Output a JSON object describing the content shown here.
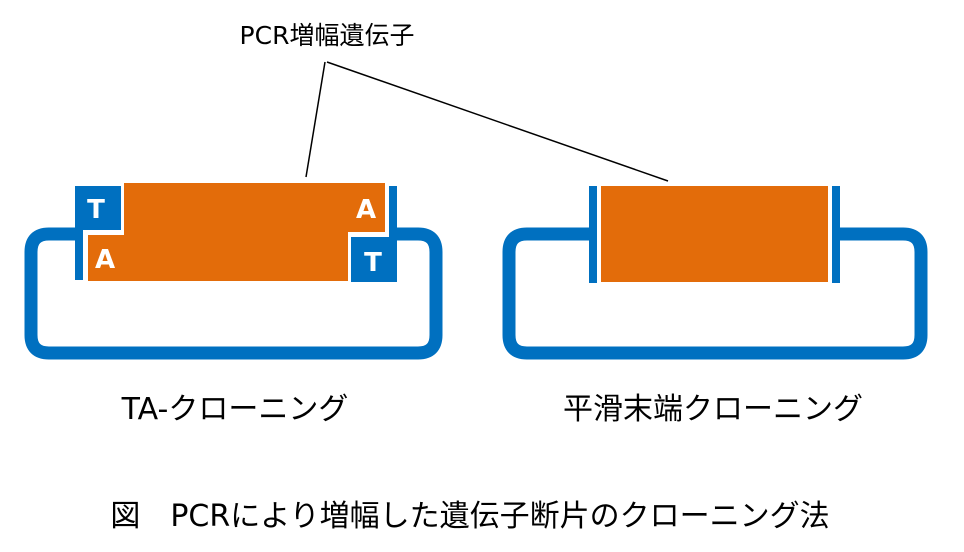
{
  "labels": {
    "top": "PCR増幅遺伝子",
    "left": "TA-クローニング",
    "right": "平滑末端クローニング",
    "caption": "図　PCRにより増幅した遺伝子断片のクローニング法"
  },
  "bases": {
    "top_left": "T",
    "bottom_left": "A",
    "top_right": "A",
    "bottom_right": "T"
  },
  "colors": {
    "insert": "#e36c0a",
    "vector": "#0070c0",
    "text": "#000000",
    "base_text": "#ffffff"
  }
}
